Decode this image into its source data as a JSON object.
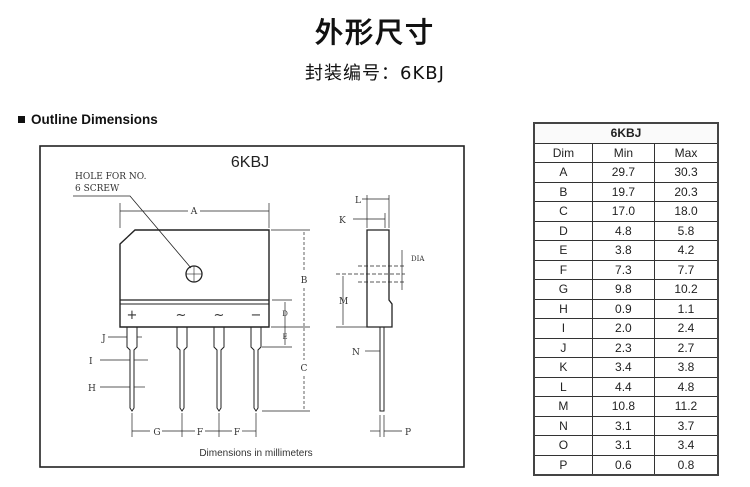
{
  "header": {
    "title": "外形尺寸",
    "subtitle": "封装编号：6KBJ"
  },
  "section": {
    "label": "Outline Dimensions"
  },
  "drawing": {
    "package_name": "6KBJ",
    "hole_note_line1": "HOLE FOR NO.",
    "hole_note_line2": "6 SCREW",
    "pin_labels": [
      "+",
      "~",
      "~",
      "−"
    ],
    "labels": {
      "A": "A",
      "B": "B",
      "C": "C",
      "D": "D",
      "E": "E",
      "F1": "F",
      "F2": "F",
      "G": "G",
      "H": "H",
      "I": "I",
      "J": "J",
      "K": "K",
      "L": "L",
      "M": "M",
      "N": "N",
      "P": "P",
      "DIA": "DIA"
    },
    "caption": "Dimensions in millimeters"
  },
  "table": {
    "title": "6KBJ",
    "columns": [
      "Dim",
      "Min",
      "Max"
    ],
    "rows": [
      [
        "A",
        "29.7",
        "30.3"
      ],
      [
        "B",
        "19.7",
        "20.3"
      ],
      [
        "C",
        "17.0",
        "18.0"
      ],
      [
        "D",
        "4.8",
        "5.8"
      ],
      [
        "E",
        "3.8",
        "4.2"
      ],
      [
        "F",
        "7.3",
        "7.7"
      ],
      [
        "G",
        "9.8",
        "10.2"
      ],
      [
        "H",
        "0.9",
        "1.1"
      ],
      [
        "I",
        "2.0",
        "2.4"
      ],
      [
        "J",
        "2.3",
        "2.7"
      ],
      [
        "K",
        "3.4",
        "3.8"
      ],
      [
        "L",
        "4.4",
        "4.8"
      ],
      [
        "M",
        "10.8",
        "11.2"
      ],
      [
        "N",
        "3.1",
        "3.7"
      ],
      [
        "O",
        "3.1",
        "3.4"
      ],
      [
        "P",
        "0.6",
        "0.8"
      ]
    ]
  }
}
